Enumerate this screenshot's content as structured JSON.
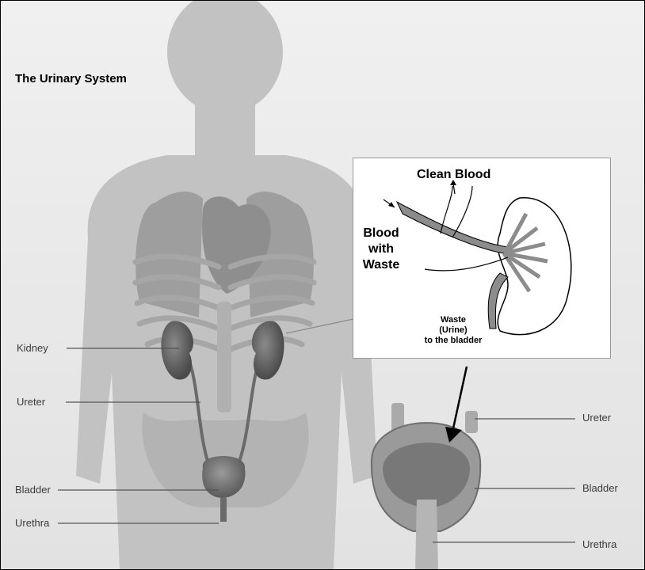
{
  "title": "The Urinary System",
  "labels": {
    "kidney": "Kidney",
    "ureter_left": "Ureter",
    "bladder_left": "Bladder",
    "urethra_left": "Urethra",
    "ureter_right": "Ureter",
    "bladder_right": "Bladder",
    "urethra_right": "Urethra"
  },
  "inset": {
    "clean_blood": "Clean Blood",
    "blood_with_waste": "Blood with Waste",
    "waste_line1": "Waste",
    "waste_line2": "(Urine)",
    "waste_line3": "to the bladder"
  }
}
